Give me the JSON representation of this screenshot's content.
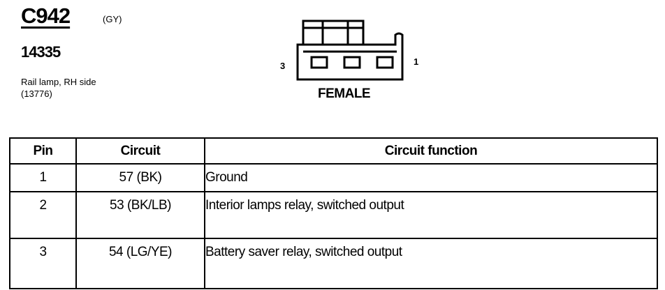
{
  "header": {
    "connector_id": "C942",
    "color_code": "(GY)",
    "part_number": "14335",
    "description": "Rail lamp, RH side (13776)"
  },
  "connector": {
    "pin_left": "3",
    "pin_right": "1",
    "gender": "FEMALE"
  },
  "table": {
    "headers": {
      "pin": "Pin",
      "circuit": "Circuit",
      "function": "Circuit function"
    },
    "rows": [
      {
        "pin": "1",
        "circuit": "57 (BK)",
        "function": "Ground"
      },
      {
        "pin": "2",
        "circuit": "53 (BK/LB)",
        "function": "Interior lamps relay, switched output"
      },
      {
        "pin": "3",
        "circuit": "54 (LG/YE)",
        "function": "Battery saver relay, switched output"
      }
    ]
  }
}
